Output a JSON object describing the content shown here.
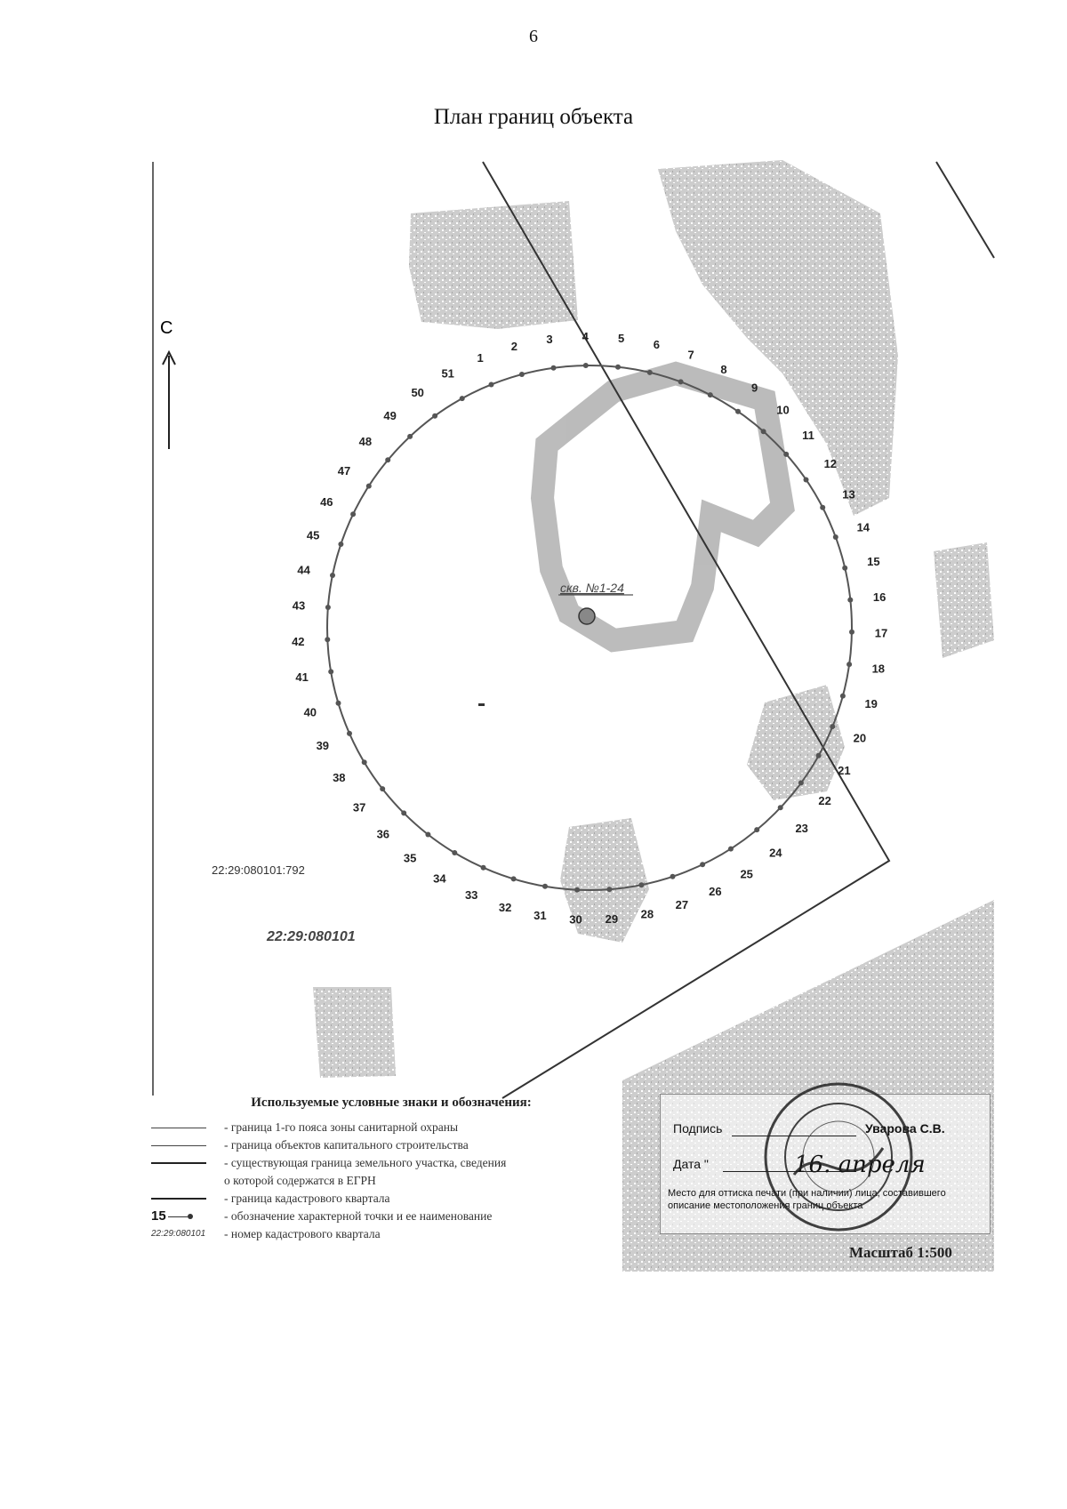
{
  "page_number": "6",
  "title": "План границ объекта",
  "map": {
    "north_label": "С",
    "well_label": "скв. №1-24",
    "parcel_number": "22:29:080101:792",
    "quarter_number": "22:29:080101",
    "point_labels": [
      "1",
      "2",
      "3",
      "4",
      "5",
      "6",
      "7",
      "8",
      "9",
      "10",
      "11",
      "12",
      "13",
      "14",
      "15",
      "16",
      "17",
      "18",
      "19",
      "20",
      "21",
      "22",
      "23",
      "24",
      "25",
      "26",
      "27",
      "28",
      "29",
      "30",
      "31",
      "32",
      "33",
      "34",
      "35",
      "36",
      "37",
      "38",
      "39",
      "40",
      "41",
      "42",
      "43",
      "44",
      "45",
      "46",
      "47",
      "48",
      "49",
      "50",
      "51"
    ],
    "colors": {
      "lines": "#333333",
      "buildings": "#b8b8b8"
    }
  },
  "legend": {
    "title": "Используемые условные знаки и обозначения:",
    "items": [
      "- граница 1-го пояса зоны санитарной охраны",
      "- граница объектов капитального строительства",
      "- существующая граница земельного участка, сведения",
      "о которой содержатся в ЕГРН",
      "- граница кадастрового квартала",
      "- обозначение характерной точки и ее наименование",
      "- номер кадастрового квартала"
    ],
    "point_symbol": "15",
    "quarter_symbol": "22:29:080101"
  },
  "signature": {
    "sign_label": "Подпись",
    "signer": "Уварова С.В.",
    "date_label": "Дата  \"",
    "date_value": "16. апреля",
    "note": "Место для оттиска печати (при наличии) лица, составившего описание местоположения границ объекта"
  },
  "scale": "Масштаб 1:500"
}
